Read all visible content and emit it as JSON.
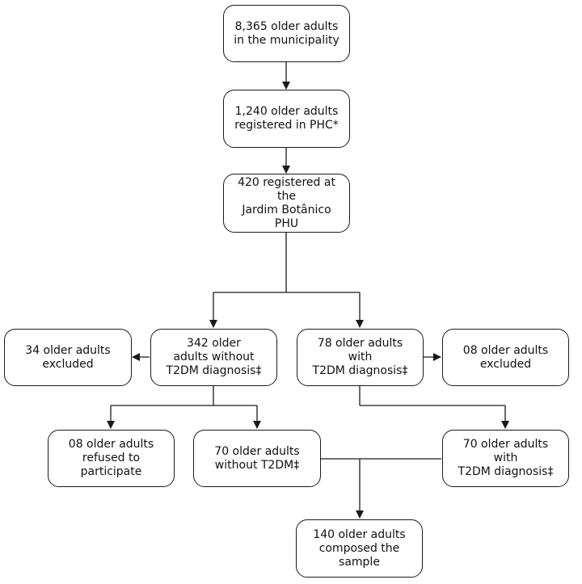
{
  "flowchart": {
    "municipality": "8,365 older adults\nin the municipality",
    "phc": "1,240 older adults\nregistered in PHC*",
    "phu": "420 registered at the\nJardim Botânico PHU",
    "without_diag": "342 older\nadults without\nT2DM diagnosis‡",
    "with_diag": "78 older adults with\nT2DM diagnosis‡",
    "excluded_left": "34 older adults\nexcluded",
    "excluded_right": "08 older adults\nexcluded",
    "refused": "08 older adults\nrefused to\nparticipate",
    "without_t2dm": "70 older adults\nwithout T2DM‡",
    "with_t2dm": "70 older adults with\nT2DM diagnosis‡",
    "sample": "140 older adults\ncomposed the\nsample"
  }
}
